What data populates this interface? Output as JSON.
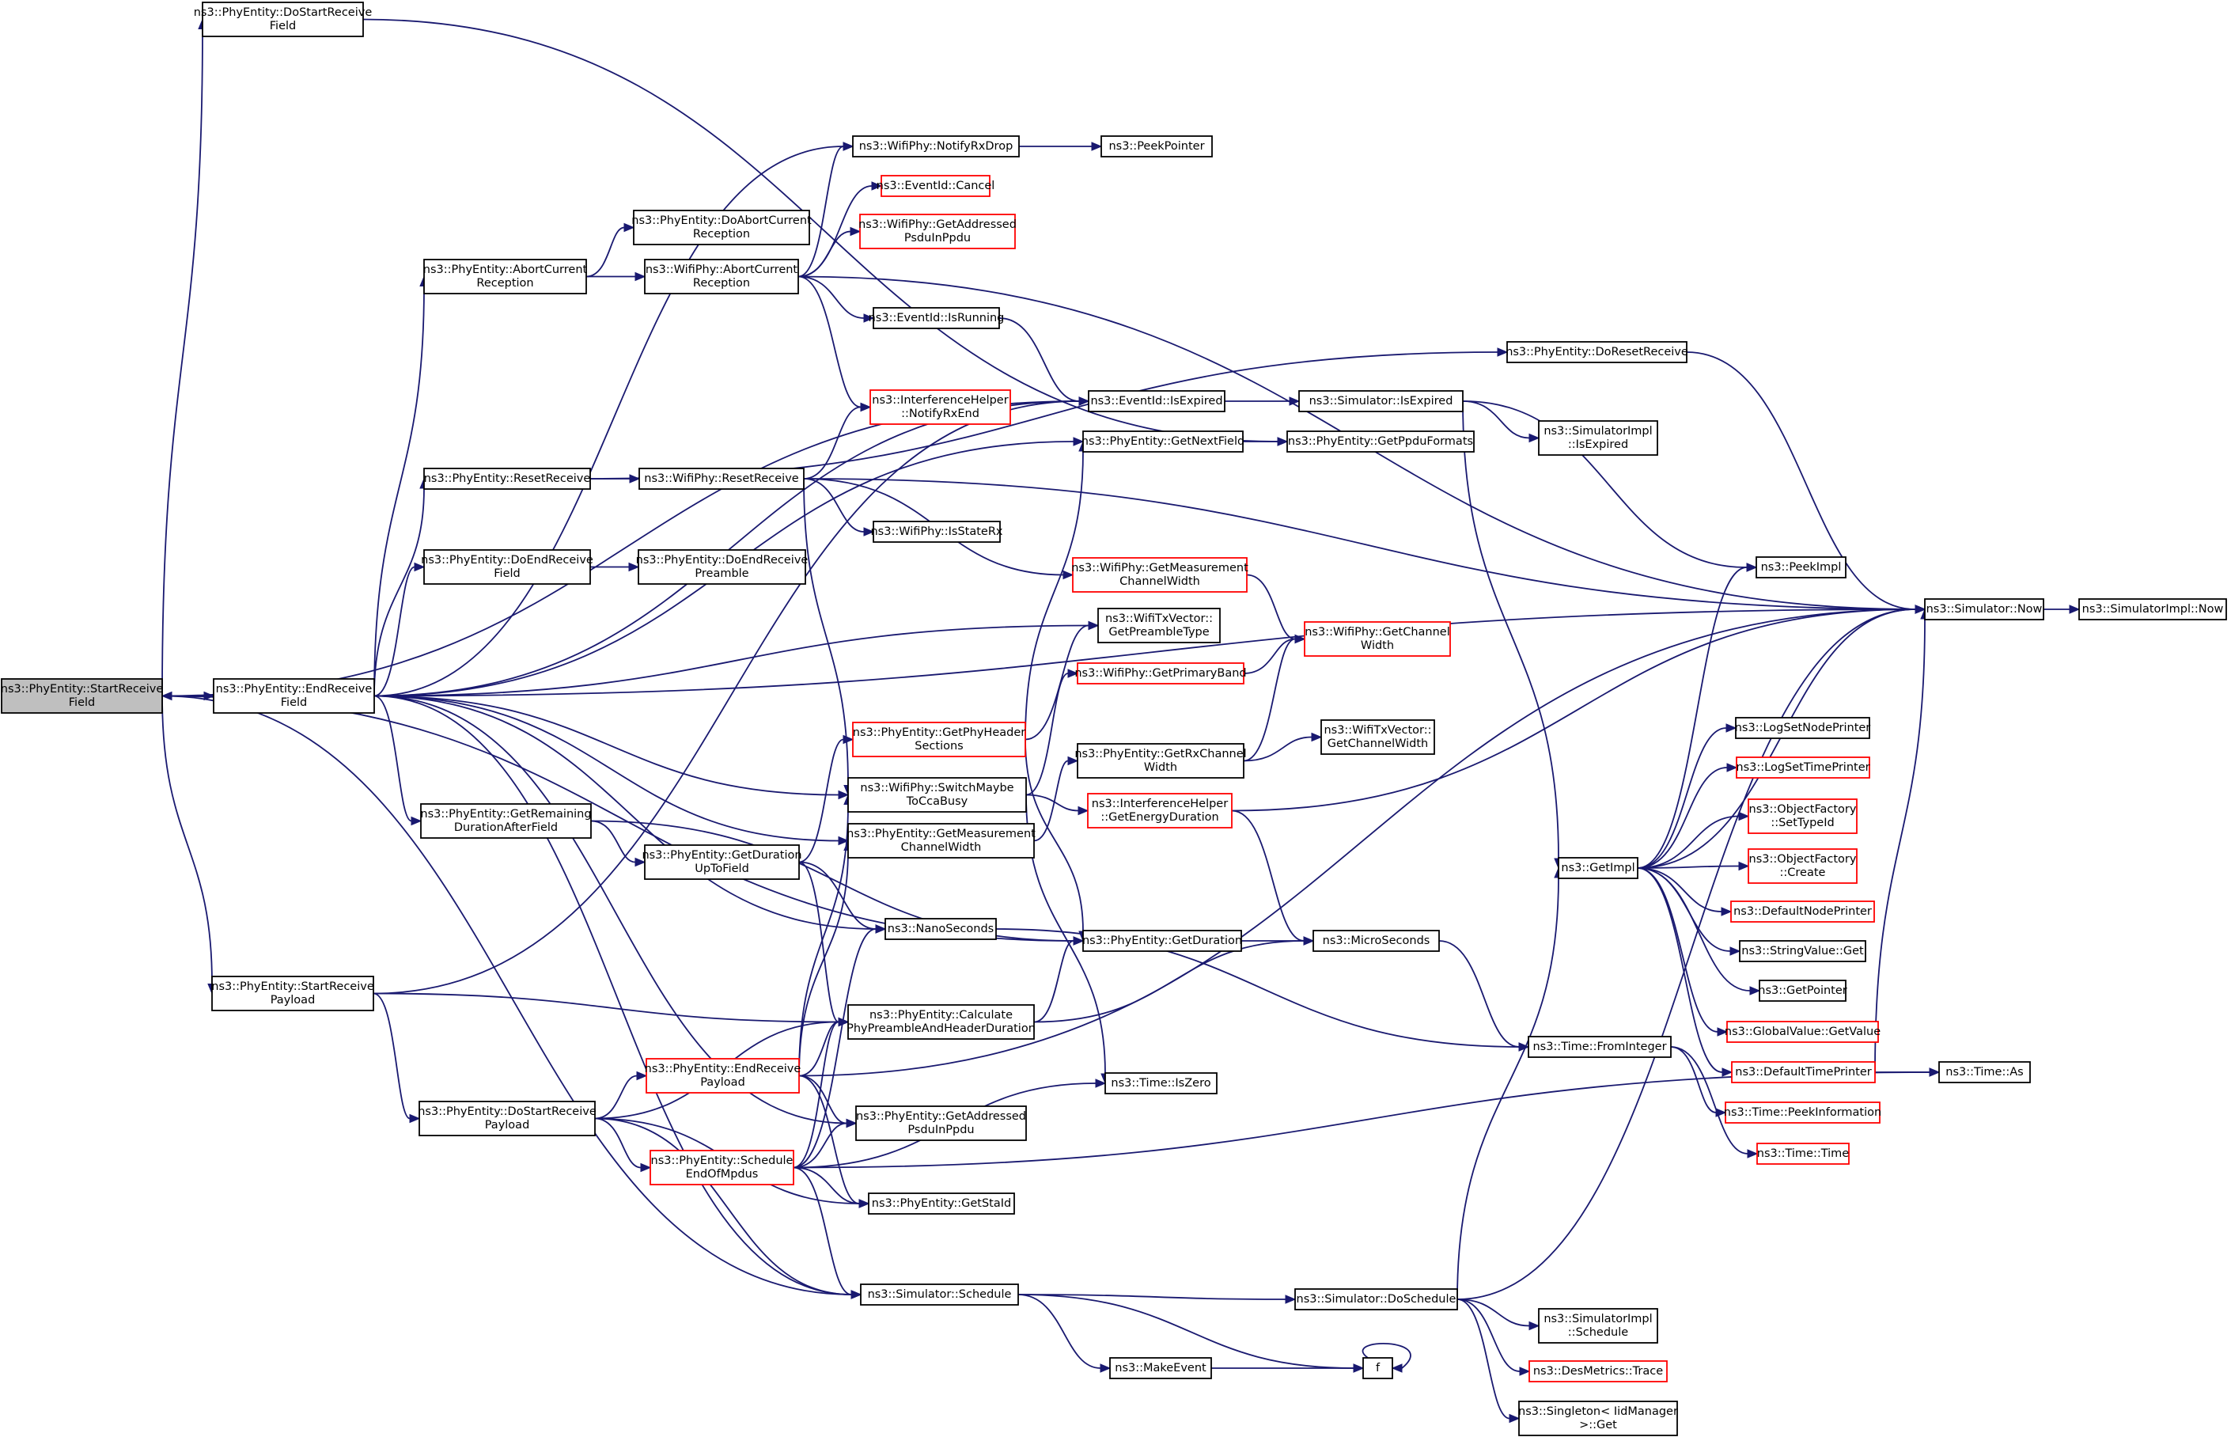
{
  "nodes": {
    "n_startrecv": {
      "lines": [
        "ns3::PhyEntity::StartReceive",
        "Field"
      ],
      "style": "root"
    },
    "n_dostartrecvfield": {
      "lines": [
        "ns3::PhyEntity::DoStartReceive",
        "Field"
      ],
      "style": "normal"
    },
    "n_endrecvfield": {
      "lines": [
        "ns3::PhyEntity::EndReceive",
        "Field"
      ],
      "style": "normal"
    },
    "n_startrecvpayload": {
      "lines": [
        "ns3::PhyEntity::StartReceive",
        "Payload"
      ],
      "style": "normal"
    },
    "n_abortcurrent": {
      "lines": [
        "ns3::PhyEntity::AbortCurrent",
        "Reception"
      ],
      "style": "normal"
    },
    "n_doabortcurrent": {
      "lines": [
        "ns3::PhyEntity::DoAbortCurrent",
        "Reception"
      ],
      "style": "normal"
    },
    "n_wifiabort": {
      "lines": [
        "ns3::WifiPhy::AbortCurrent",
        "Reception"
      ],
      "style": "normal"
    },
    "n_resetreceive": {
      "lines": [
        "ns3::PhyEntity::ResetReceive"
      ],
      "style": "normal"
    },
    "n_wifireset": {
      "lines": [
        "ns3::WifiPhy::ResetReceive"
      ],
      "style": "normal"
    },
    "n_doendrecvfield": {
      "lines": [
        "ns3::PhyEntity::DoEndReceive",
        "Field"
      ],
      "style": "normal"
    },
    "n_doendrecvpreamble": {
      "lines": [
        "ns3::PhyEntity::DoEndReceive",
        "Preamble"
      ],
      "style": "normal"
    },
    "n_getremaining": {
      "lines": [
        "ns3::PhyEntity::GetRemaining",
        "DurationAfterField"
      ],
      "style": "normal"
    },
    "n_getdurationupto": {
      "lines": [
        "ns3::PhyEntity::GetDuration",
        "UpToField"
      ],
      "style": "normal"
    },
    "n_dostartrecvpayload": {
      "lines": [
        "ns3::PhyEntity::DoStartReceive",
        "Payload"
      ],
      "style": "normal"
    },
    "n_endrecvpayload": {
      "lines": [
        "ns3::PhyEntity::EndReceive",
        "Payload"
      ],
      "style": "red"
    },
    "n_scheduleend": {
      "lines": [
        "ns3::PhyEntity::Schedule",
        "EndOfMpdus"
      ],
      "style": "red"
    },
    "n_notifyrxdrop": {
      "lines": [
        "ns3::WifiPhy::NotifyRxDrop"
      ],
      "style": "normal"
    },
    "n_eventcancel": {
      "lines": [
        "ns3::EventId::Cancel"
      ],
      "style": "red"
    },
    "n_getaddressedwifi": {
      "lines": [
        "ns3::WifiPhy::GetAddressed",
        "PsduInPpdu"
      ],
      "style": "red"
    },
    "n_isrunning": {
      "lines": [
        "ns3::EventId::IsRunning"
      ],
      "style": "normal"
    },
    "n_notifyrxend": {
      "lines": [
        "ns3::InterferenceHelper",
        "::NotifyRxEnd"
      ],
      "style": "red"
    },
    "n_isstaterx": {
      "lines": [
        "ns3::WifiPhy::IsStateRx"
      ],
      "style": "normal"
    },
    "n_getphyheader": {
      "lines": [
        "ns3::PhyEntity::GetPhyHeader",
        "Sections"
      ],
      "style": "red"
    },
    "n_switchmaybe": {
      "lines": [
        "ns3::WifiPhy::SwitchMaybe",
        "ToCcaBusy"
      ],
      "style": "normal"
    },
    "n_getmeasphy": {
      "lines": [
        "ns3::PhyEntity::GetMeasurement",
        "ChannelWidth"
      ],
      "style": "normal"
    },
    "n_nanoseconds": {
      "lines": [
        "ns3::NanoSeconds"
      ],
      "style": "normal"
    },
    "n_calcpreamble": {
      "lines": [
        "ns3::PhyEntity::Calculate",
        "PhyPreambleAndHeaderDuration"
      ],
      "style": "normal"
    },
    "n_getaddressedphy": {
      "lines": [
        "ns3::PhyEntity::GetAddressed",
        "PsduInPpdu"
      ],
      "style": "normal"
    },
    "n_getstaid": {
      "lines": [
        "ns3::PhyEntity::GetStaId"
      ],
      "style": "normal"
    },
    "n_simschedule": {
      "lines": [
        "ns3::Simulator::Schedule"
      ],
      "style": "normal"
    },
    "n_peekpointer": {
      "lines": [
        "ns3::PeekPointer"
      ],
      "style": "normal"
    },
    "n_isexpired": {
      "lines": [
        "ns3::EventId::IsExpired"
      ],
      "style": "normal"
    },
    "n_getnextfield": {
      "lines": [
        "ns3::PhyEntity::GetNextField"
      ],
      "style": "normal"
    },
    "n_getmeaswifi": {
      "lines": [
        "ns3::WifiPhy::GetMeasurement",
        "ChannelWidth"
      ],
      "style": "red"
    },
    "n_getpreambletype": {
      "lines": [
        "ns3::WifiTxVector::",
        "GetPreambleType"
      ],
      "style": "normal"
    },
    "n_getprimaryband": {
      "lines": [
        "ns3::WifiPhy::GetPrimaryBand"
      ],
      "style": "red"
    },
    "n_getrxchannel": {
      "lines": [
        "ns3::PhyEntity::GetRxChannel",
        "Width"
      ],
      "style": "normal"
    },
    "n_getenergy": {
      "lines": [
        "ns3::InterferenceHelper",
        "::GetEnergyDuration"
      ],
      "style": "red"
    },
    "n_getduration": {
      "lines": [
        "ns3::PhyEntity::GetDuration"
      ],
      "style": "normal"
    },
    "n_timeiszero": {
      "lines": [
        "ns3::Time::IsZero"
      ],
      "style": "normal"
    },
    "n_makeevent": {
      "lines": [
        "ns3::MakeEvent"
      ],
      "style": "normal"
    },
    "n_doresetreceive": {
      "lines": [
        "ns3::PhyEntity::DoResetReceive"
      ],
      "style": "normal"
    },
    "n_simisexpired": {
      "lines": [
        "ns3::Simulator::IsExpired"
      ],
      "style": "normal"
    },
    "n_getppduformats": {
      "lines": [
        "ns3::PhyEntity::GetPpduFormats"
      ],
      "style": "normal"
    },
    "n_getchannelwidth": {
      "lines": [
        "ns3::WifiPhy::GetChannel",
        "Width"
      ],
      "style": "red"
    },
    "n_txgetchannelwidth": {
      "lines": [
        "ns3::WifiTxVector::",
        "GetChannelWidth"
      ],
      "style": "normal"
    },
    "n_microseconds": {
      "lines": [
        "ns3::MicroSeconds"
      ],
      "style": "normal"
    },
    "n_dosched": {
      "lines": [
        "ns3::Simulator::DoSchedule"
      ],
      "style": "normal"
    },
    "n_f": {
      "lines": [
        "f"
      ],
      "style": "normal"
    },
    "n_simimplexpired": {
      "lines": [
        "ns3::SimulatorImpl",
        "::IsExpired"
      ],
      "style": "normal"
    },
    "n_peekimpl": {
      "lines": [
        "ns3::PeekImpl"
      ],
      "style": "normal"
    },
    "n_getimpl": {
      "lines": [
        "ns3::GetImpl"
      ],
      "style": "normal"
    },
    "n_timefrominteger": {
      "lines": [
        "ns3::Time::FromInteger"
      ],
      "style": "normal"
    },
    "n_simimplschedule": {
      "lines": [
        "ns3::SimulatorImpl",
        "::Schedule"
      ],
      "style": "normal"
    },
    "n_desmetrics": {
      "lines": [
        "ns3::DesMetrics::Trace"
      ],
      "style": "red"
    },
    "n_singleton": {
      "lines": [
        "ns3::Singleton< IidManager",
        ">::Get"
      ],
      "style": "normal"
    },
    "n_simnow": {
      "lines": [
        "ns3::Simulator::Now"
      ],
      "style": "normal"
    },
    "n_simimplnow": {
      "lines": [
        "ns3::SimulatorImpl::Now"
      ],
      "style": "normal"
    },
    "n_lognode": {
      "lines": [
        "ns3::LogSetNodePrinter"
      ],
      "style": "normal"
    },
    "n_logtime": {
      "lines": [
        "ns3::LogSetTimePrinter"
      ],
      "style": "red"
    },
    "n_ofsettypeid": {
      "lines": [
        "ns3::ObjectFactory",
        "::SetTypeId"
      ],
      "style": "red"
    },
    "n_ofcreate": {
      "lines": [
        "ns3::ObjectFactory",
        "::Create"
      ],
      "style": "red"
    },
    "n_defnodeprinter": {
      "lines": [
        "ns3::DefaultNodePrinter"
      ],
      "style": "red"
    },
    "n_stringget": {
      "lines": [
        "ns3::StringValue::Get"
      ],
      "style": "normal"
    },
    "n_getpointer": {
      "lines": [
        "ns3::GetPointer"
      ],
      "style": "normal"
    },
    "n_globalget": {
      "lines": [
        "ns3::GlobalValue::GetValue"
      ],
      "style": "red"
    },
    "n_deftimeprinter": {
      "lines": [
        "ns3::DefaultTimePrinter"
      ],
      "style": "red"
    },
    "n_timepeek": {
      "lines": [
        "ns3::Time::PeekInformation"
      ],
      "style": "red"
    },
    "n_timetime": {
      "lines": [
        "ns3::Time::Time"
      ],
      "style": "red"
    },
    "n_timeas": {
      "lines": [
        "ns3::Time::As"
      ],
      "style": "normal"
    }
  },
  "edges": [
    [
      "n_startrecv",
      "n_dostartrecvfield"
    ],
    [
      "n_startrecv",
      "n_endrecvfield"
    ],
    [
      "n_startrecv",
      "n_startrecvpayload"
    ],
    [
      "n_startrecv",
      "n_isexpired"
    ],
    [
      "n_startrecv",
      "n_getduration"
    ],
    [
      "n_startrecv",
      "n_simschedule"
    ],
    [
      "n_endrecvfield",
      "n_startrecv"
    ],
    [
      "n_dostartrecvfield",
      "n_getppduformats"
    ],
    [
      "n_endrecvfield",
      "n_abortcurrent"
    ],
    [
      "n_endrecvfield",
      "n_resetreceive"
    ],
    [
      "n_endrecvfield",
      "n_doendrecvfield"
    ],
    [
      "n_endrecvfield",
      "n_getremaining"
    ],
    [
      "n_endrecvfield",
      "n_notifyrxdrop"
    ],
    [
      "n_endrecvfield",
      "n_getnextfield"
    ],
    [
      "n_endrecvfield",
      "n_isexpired"
    ],
    [
      "n_endrecvfield",
      "n_simnow"
    ],
    [
      "n_endrecvfield",
      "n_getpreambletype"
    ],
    [
      "n_endrecvfield",
      "n_switchmaybe"
    ],
    [
      "n_endrecvfield",
      "n_getmeasphy"
    ],
    [
      "n_endrecvfield",
      "n_nanoseconds"
    ],
    [
      "n_endrecvfield",
      "n_getaddressedphy"
    ],
    [
      "n_endrecvfield",
      "n_simschedule"
    ],
    [
      "n_abortcurrent",
      "n_doabortcurrent"
    ],
    [
      "n_abortcurrent",
      "n_wifiabort"
    ],
    [
      "n_wifiabort",
      "n_notifyrxdrop"
    ],
    [
      "n_wifiabort",
      "n_eventcancel"
    ],
    [
      "n_wifiabort",
      "n_getaddressedwifi"
    ],
    [
      "n_wifiabort",
      "n_isrunning"
    ],
    [
      "n_wifiabort",
      "n_notifyrxend"
    ],
    [
      "n_wifiabort",
      "n_simnow"
    ],
    [
      "n_notifyrxdrop",
      "n_peekpointer"
    ],
    [
      "n_isrunning",
      "n_isexpired"
    ],
    [
      "n_resetreceive",
      "n_wifireset"
    ],
    [
      "n_resetreceive",
      "n_doresetreceive"
    ],
    [
      "n_wifireset",
      "n_notifyrxend"
    ],
    [
      "n_wifireset",
      "n_isstaterx"
    ],
    [
      "n_wifireset",
      "n_getmeaswifi"
    ],
    [
      "n_wifireset",
      "n_switchmaybe"
    ],
    [
      "n_wifireset",
      "n_simnow"
    ],
    [
      "n_doendrecvfield",
      "n_doendrecvpreamble"
    ],
    [
      "n_getremaining",
      "n_getdurationupto"
    ],
    [
      "n_getremaining",
      "n_getduration"
    ],
    [
      "n_getdurationupto",
      "n_getphyheader"
    ],
    [
      "n_getdurationupto",
      "n_nanoseconds"
    ],
    [
      "n_getdurationupto",
      "n_calcpreamble"
    ],
    [
      "n_startrecvpayload",
      "n_dostartrecvpayload"
    ],
    [
      "n_startrecvpayload",
      "n_calcpreamble"
    ],
    [
      "n_startrecvpayload",
      "n_isexpired"
    ],
    [
      "n_dostartrecvpayload",
      "n_endrecvpayload"
    ],
    [
      "n_dostartrecvpayload",
      "n_scheduleend"
    ],
    [
      "n_dostartrecvpayload",
      "n_calcpreamble"
    ],
    [
      "n_dostartrecvpayload",
      "n_getstaid"
    ],
    [
      "n_dostartrecvpayload",
      "n_simschedule"
    ],
    [
      "n_endrecvpayload",
      "n_switchmaybe"
    ],
    [
      "n_endrecvpayload",
      "n_getmeasphy"
    ],
    [
      "n_endrecvpayload",
      "n_calcpreamble"
    ],
    [
      "n_endrecvpayload",
      "n_getaddressedphy"
    ],
    [
      "n_endrecvpayload",
      "n_getstaid"
    ],
    [
      "n_endrecvpayload",
      "n_simnow"
    ],
    [
      "n_scheduleend",
      "n_nanoseconds"
    ],
    [
      "n_scheduleend",
      "n_calcpreamble"
    ],
    [
      "n_scheduleend",
      "n_getaddressedphy"
    ],
    [
      "n_scheduleend",
      "n_getstaid"
    ],
    [
      "n_scheduleend",
      "n_simschedule"
    ],
    [
      "n_scheduleend",
      "n_timeiszero"
    ],
    [
      "n_scheduleend",
      "n_timeas"
    ],
    [
      "n_getphyheader",
      "n_getpreambletype"
    ],
    [
      "n_getphyheader",
      "n_getnextfield"
    ],
    [
      "n_getphyheader",
      "n_getduration"
    ],
    [
      "n_switchmaybe",
      "n_getprimaryband"
    ],
    [
      "n_switchmaybe",
      "n_getenergy"
    ],
    [
      "n_switchmaybe",
      "n_timeiszero"
    ],
    [
      "n_getmeasphy",
      "n_getrxchannel"
    ],
    [
      "n_calcpreamble",
      "n_getduration"
    ],
    [
      "n_calcpreamble",
      "n_microseconds"
    ],
    [
      "n_nanoseconds",
      "n_timefrominteger"
    ],
    [
      "n_getduration",
      "n_microseconds"
    ],
    [
      "n_simschedule",
      "n_dosched"
    ],
    [
      "n_simschedule",
      "n_makeevent"
    ],
    [
      "n_simschedule",
      "n_f"
    ],
    [
      "n_makeevent",
      "n_f"
    ],
    [
      "n_f",
      "n_f"
    ],
    [
      "n_isexpired",
      "n_simisexpired"
    ],
    [
      "n_getnextfield",
      "n_getppduformats"
    ],
    [
      "n_getmeaswifi",
      "n_getchannelwidth"
    ],
    [
      "n_getprimaryband",
      "n_getchannelwidth"
    ],
    [
      "n_getrxchannel",
      "n_getchannelwidth"
    ],
    [
      "n_getrxchannel",
      "n_txgetchannelwidth"
    ],
    [
      "n_getenergy",
      "n_microseconds"
    ],
    [
      "n_getenergy",
      "n_simnow"
    ],
    [
      "n_doresetreceive",
      "n_simnow"
    ],
    [
      "n_simisexpired",
      "n_simimplexpired"
    ],
    [
      "n_simisexpired",
      "n_peekimpl"
    ],
    [
      "n_simisexpired",
      "n_getimpl"
    ],
    [
      "n_microseconds",
      "n_timefrominteger"
    ],
    [
      "n_dosched",
      "n_getimpl"
    ],
    [
      "n_dosched",
      "n_simimplschedule"
    ],
    [
      "n_dosched",
      "n_desmetrics"
    ],
    [
      "n_dosched",
      "n_singleton"
    ],
    [
      "n_dosched",
      "n_simnow"
    ],
    [
      "n_getimpl",
      "n_peekimpl"
    ],
    [
      "n_getimpl",
      "n_simnow"
    ],
    [
      "n_getimpl",
      "n_lognode"
    ],
    [
      "n_getimpl",
      "n_logtime"
    ],
    [
      "n_getimpl",
      "n_ofsettypeid"
    ],
    [
      "n_getimpl",
      "n_ofcreate"
    ],
    [
      "n_getimpl",
      "n_defnodeprinter"
    ],
    [
      "n_getimpl",
      "n_stringget"
    ],
    [
      "n_getimpl",
      "n_getpointer"
    ],
    [
      "n_getimpl",
      "n_globalget"
    ],
    [
      "n_getimpl",
      "n_deftimeprinter"
    ],
    [
      "n_timefrominteger",
      "n_timepeek"
    ],
    [
      "n_timefrominteger",
      "n_timetime"
    ],
    [
      "n_deftimeprinter",
      "n_simnow"
    ],
    [
      "n_deftimeprinter",
      "n_timeas"
    ],
    [
      "n_simnow",
      "n_simimplnow"
    ]
  ]
}
